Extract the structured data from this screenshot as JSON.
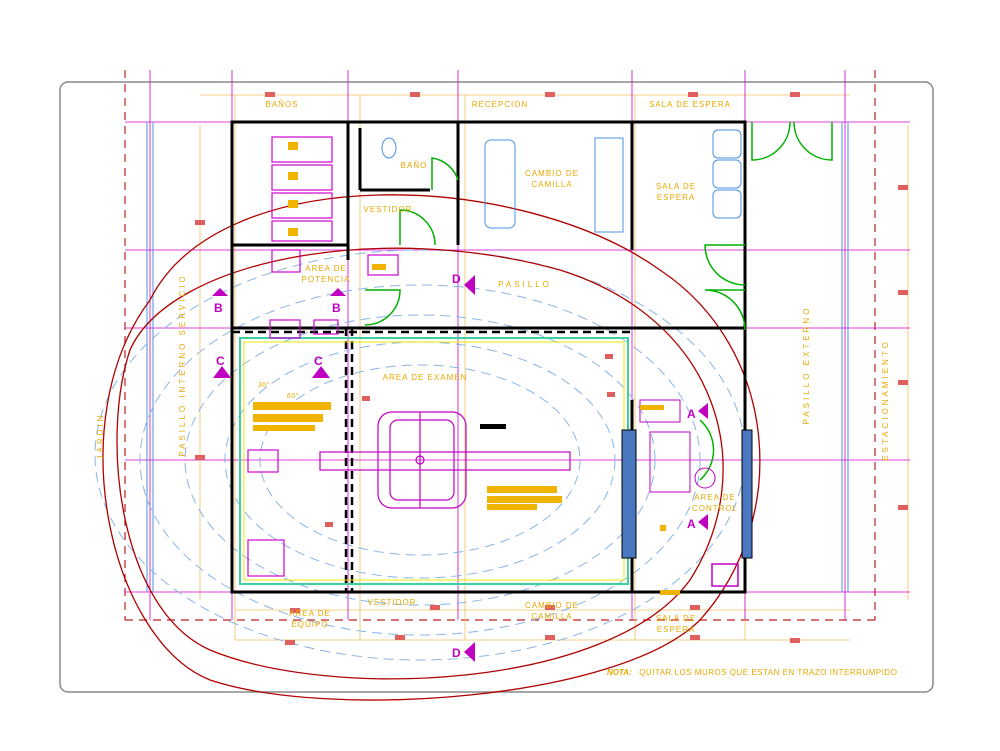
{
  "rooms": {
    "banos": "BAÑOS",
    "recepcion": "RECEPCION",
    "sala_espera_top": "SALA DE ESPERA",
    "bano": "BAÑO",
    "vestidor_top": "VESTIDOR",
    "cambio_camilla_line1": "CAMBIO DE",
    "cambio_camilla_line2": "CAMILLA",
    "sala_espera_line1": "SALA DE",
    "sala_espera_line2": "ESPERA",
    "area_potencia_line1": "AREA DE",
    "area_potencia_line2": "POTENCIA",
    "pasillo": "PASILLO",
    "area_examen": "AREA DE EXAMEN",
    "area_control_line1": "AREA DE",
    "area_control_line2": "CONTROL",
    "pasillo_externo": "PASILLO EXTERNO",
    "estacionamiento": "ESTACIONAMIENTO",
    "pasillo_interno": "PASILLO INTERNO SERVICIO",
    "jardin": "JARDIN",
    "area_equipo_line1": "AREA DE",
    "area_equipo_line2": "EQUIPO",
    "vestidor_bottom": "VESTIDOR",
    "cambio_bottom_line1": "CAMBIO DE",
    "cambio_bottom_line2": "CAMILLA",
    "sala_bottom_line1": "SALA DE",
    "sala_bottom_line2": "ESPERA"
  },
  "section_marks": {
    "a": "A",
    "b": "B",
    "c": "C",
    "d": "D"
  },
  "angles": {
    "a1": "30°",
    "a2": "60°"
  },
  "note": {
    "label": "NOTA:",
    "text": "QUITAR LOS MUROS QUE ESTAN EN TRAZO INTERRUMPIDO"
  },
  "colors": {
    "wall": "#000000",
    "grid": "#d000d0",
    "dimension": "#f0c060",
    "tag": "#e06060",
    "text": "#e8a800",
    "fringe_field": "#8ab4e8",
    "outline": "#b00000",
    "door": "#00b000",
    "scanner": "#c000c0",
    "shield": "#3080e0"
  }
}
